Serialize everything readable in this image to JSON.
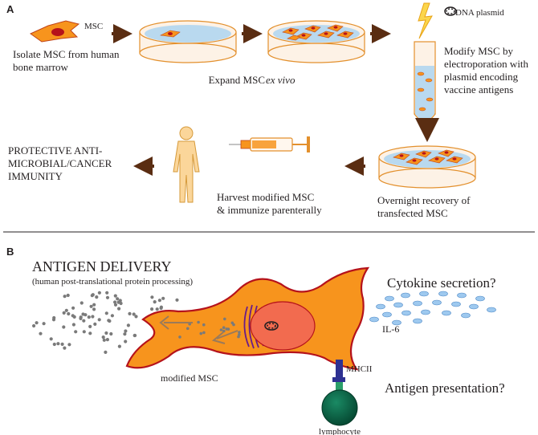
{
  "panel_a": {
    "letter": "A",
    "msc_label": "MSC",
    "isolate": [
      "Isolate MSC from human",
      "bone marrow"
    ],
    "expand_prefix": "Expand MSC ",
    "expand_italic": "ex vivo",
    "dna_plasmid": "DNA plasmid",
    "modify": [
      "Modify MSC by",
      "electroporation with",
      "plasmid encoding",
      "vaccine antigens"
    ],
    "protective": [
      "PROTECTIVE ANTI-",
      "MICROBIAL/CANCER",
      "IMMUNITY"
    ],
    "harvest": [
      "Harvest modified MSC",
      "& immunize parenterally"
    ],
    "overnight": [
      "Overnight recovery of",
      "transfected MSC"
    ]
  },
  "panel_b": {
    "letter": "B",
    "antigen_delivery": "ANTIGEN DELIVERY",
    "processing": "(human post-translational protein processing)",
    "cytokine": "Cytokine secretion?",
    "il6": "IL-6",
    "modified_msc": "modified MSC",
    "mhcii": "MHCII",
    "antigen_presentation": "Antigen presentation?",
    "lymphocyte": "lymphocyte"
  },
  "colors": {
    "cell_fill": "#f7941d",
    "cell_border": "#b5121b",
    "nucleus": "#f26b4f",
    "dish_liquid": "#b9d9ef",
    "arrow": "#5a2d12",
    "il6": "#6fa8dc",
    "mhcii": "#2e3192",
    "lymphocyte": "#0b6b4c"
  }
}
